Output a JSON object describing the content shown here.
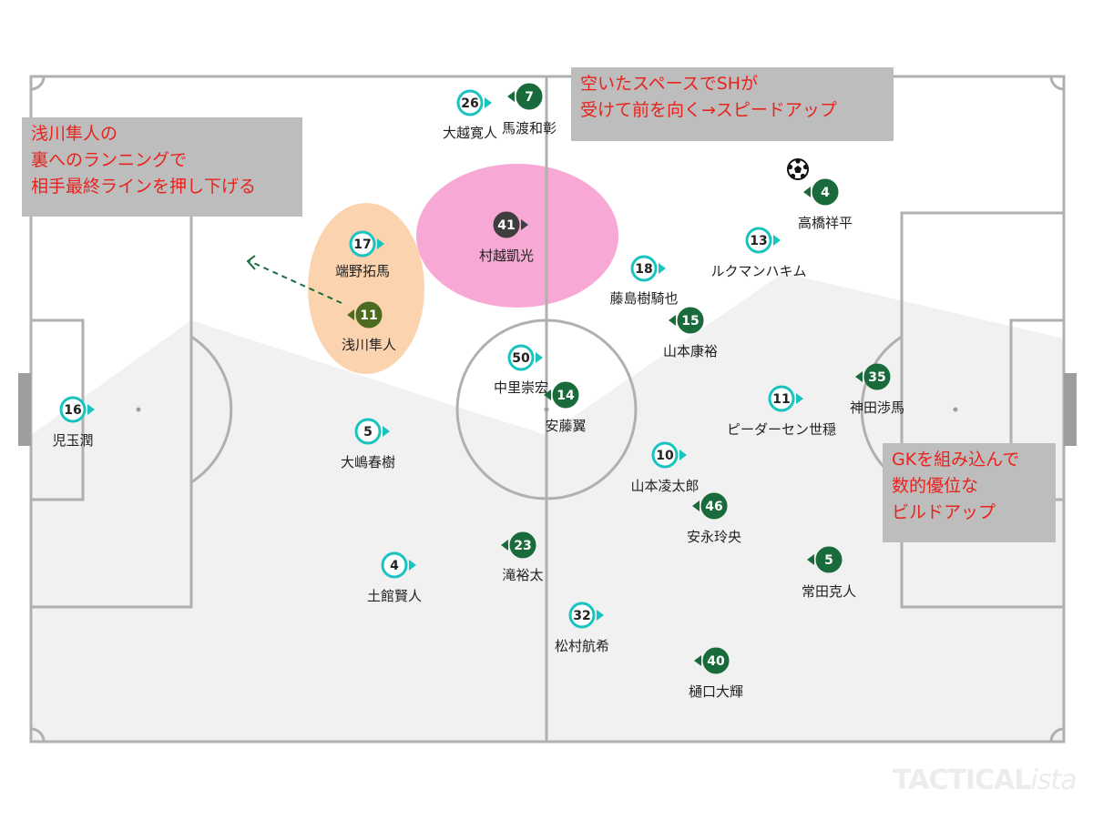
{
  "notes": {
    "top_left": [
      "浅川隼人の",
      "裏へのランニングで",
      "相手最終ラインを押し下げる"
    ],
    "top_center": [
      "空いたスペースでSHが",
      "受けて前を向く→スピードアップ"
    ],
    "right": [
      "GKを組み込んで",
      "数的優位な",
      "ビルドアップ"
    ]
  },
  "colors": {
    "team_cyan": "#19c3c0",
    "team_green": "#1a6b3c",
    "highlight_orange": "#fbd3ae",
    "highlight_pink": "#f7a8d4",
    "note_bg": "#bdbdbd",
    "note_text": "#e8231e",
    "watermark": "#ececec"
  },
  "players": [
    {
      "num": "16",
      "name": "児玉潤",
      "team": "cyan"
    },
    {
      "num": "5",
      "name": "大嶋春樹",
      "team": "cyan"
    },
    {
      "num": "4",
      "name": "土館賢人",
      "team": "cyan"
    },
    {
      "num": "17",
      "name": "端野拓馬",
      "team": "cyan"
    },
    {
      "num": "26",
      "name": "大越寛人",
      "team": "cyan"
    },
    {
      "num": "50",
      "name": "中里崇宏",
      "team": "cyan"
    },
    {
      "num": "32",
      "name": "松村航希",
      "team": "cyan"
    },
    {
      "num": "18",
      "name": "藤島樹騎也",
      "team": "cyan"
    },
    {
      "num": "13",
      "name": "ルクマンハキム",
      "team": "cyan"
    },
    {
      "num": "10",
      "name": "山本凌太郎",
      "team": "cyan"
    },
    {
      "num": "11",
      "name": "ピーダーセン世穏",
      "team": "cyan"
    },
    {
      "num": "11",
      "name": "浅川隼人",
      "team": "olive"
    },
    {
      "num": "41",
      "name": "村越凱光",
      "team": "dark"
    },
    {
      "num": "7",
      "name": "馬渡和彰",
      "team": "green"
    },
    {
      "num": "14",
      "name": "安藤翼",
      "team": "green"
    },
    {
      "num": "23",
      "name": "滝裕太",
      "team": "green"
    },
    {
      "num": "4",
      "name": "高橋祥平",
      "team": "green"
    },
    {
      "num": "15",
      "name": "山本康裕",
      "team": "green"
    },
    {
      "num": "35",
      "name": "神田渉馬",
      "team": "green"
    },
    {
      "num": "46",
      "name": "安永玲央",
      "team": "green"
    },
    {
      "num": "5",
      "name": "常田克人",
      "team": "green"
    },
    {
      "num": "40",
      "name": "樋口大輝",
      "team": "green"
    }
  ],
  "watermark": {
    "main": "TACTICAL",
    "italic": "ista"
  }
}
